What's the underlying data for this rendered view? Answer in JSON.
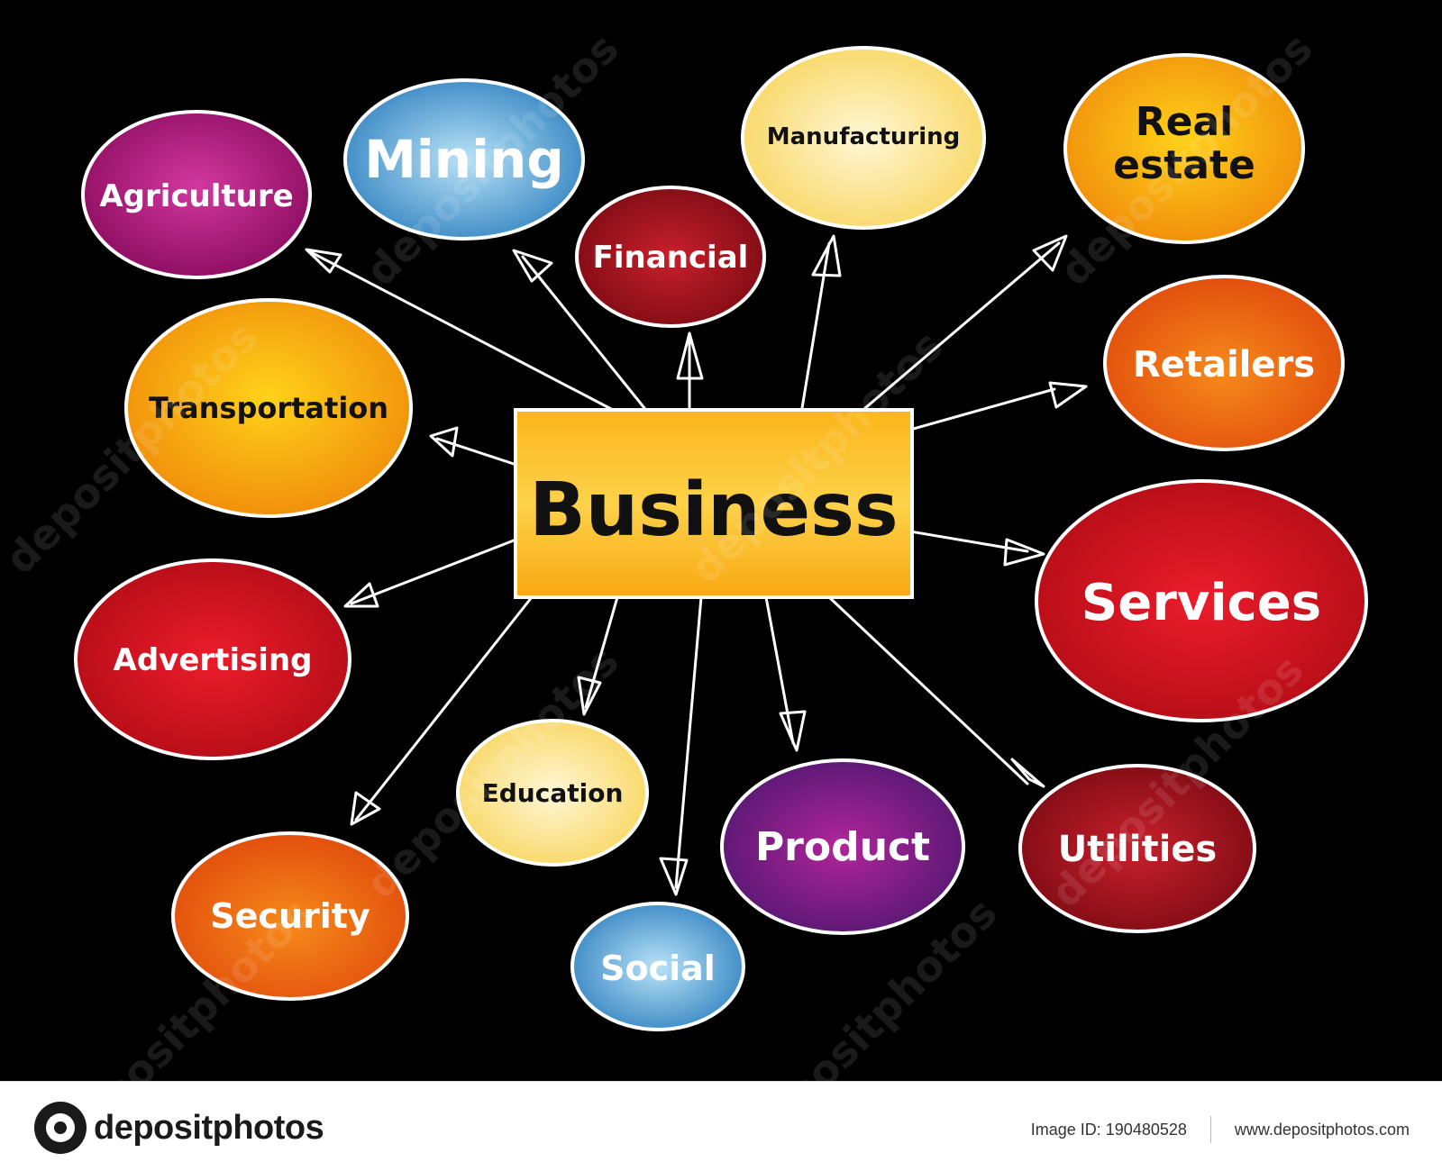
{
  "center": {
    "label": "Business"
  },
  "nodes": [
    {
      "label": "Agriculture"
    },
    {
      "label": "Mining"
    },
    {
      "label": "Financial"
    },
    {
      "label": "Manufacturing"
    },
    {
      "label": "Real estate"
    },
    {
      "label": "Transportation"
    },
    {
      "label": "Retailers"
    },
    {
      "label": "Services"
    },
    {
      "label": "Advertising"
    },
    {
      "label": "Education"
    },
    {
      "label": "Security"
    },
    {
      "label": "Social"
    },
    {
      "label": "Product"
    },
    {
      "label": "Utilities"
    }
  ],
  "colors": {
    "magenta": "#b3137a",
    "blue": "#3f9ad1",
    "darkred": "#a0101c",
    "lightyellow": "#fde98a",
    "orange": "#f7a40a",
    "red": "#d8101c",
    "orangered": "#ea5a0c",
    "purple": "#7a1e7c",
    "center": "#f9b21a"
  },
  "footer": {
    "brand": "depositphotos",
    "image_id": "Image ID: 190480528",
    "url": "www.depositphotos.com"
  },
  "watermark": {
    "text": "depositphotos"
  }
}
